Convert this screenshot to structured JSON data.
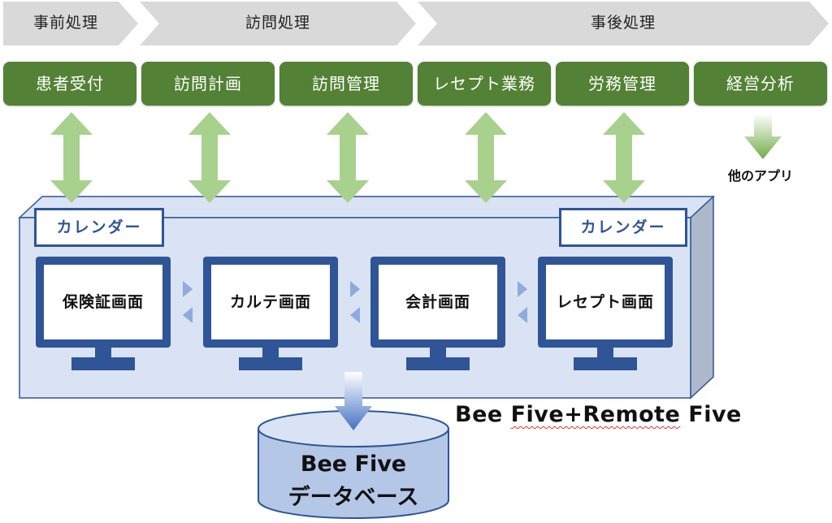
{
  "phases": [
    "事前処理",
    "訪問処理",
    "事後処理"
  ],
  "processes": [
    "患者受付",
    "訪問計画",
    "訪問管理",
    "レセプト業務",
    "労務管理",
    "経営分析"
  ],
  "other_app": "他のアプリ",
  "calendar_label": "カレンダー",
  "screens": [
    "保険証画面",
    "カルテ画面",
    "会計画面",
    "レセプト画面"
  ],
  "product": {
    "part1": "Bee ",
    "part2": "Five+Remote",
    "part3": " Five"
  },
  "database": {
    "line1": "Bee Five",
    "line2": "データベース"
  },
  "colors": {
    "process_green": "#538135",
    "arrow_green": "#a9d18e",
    "monitor_blue": "#2f5597",
    "panel_fill": "#dae3f3",
    "db_fill": "#b4c7e7"
  }
}
